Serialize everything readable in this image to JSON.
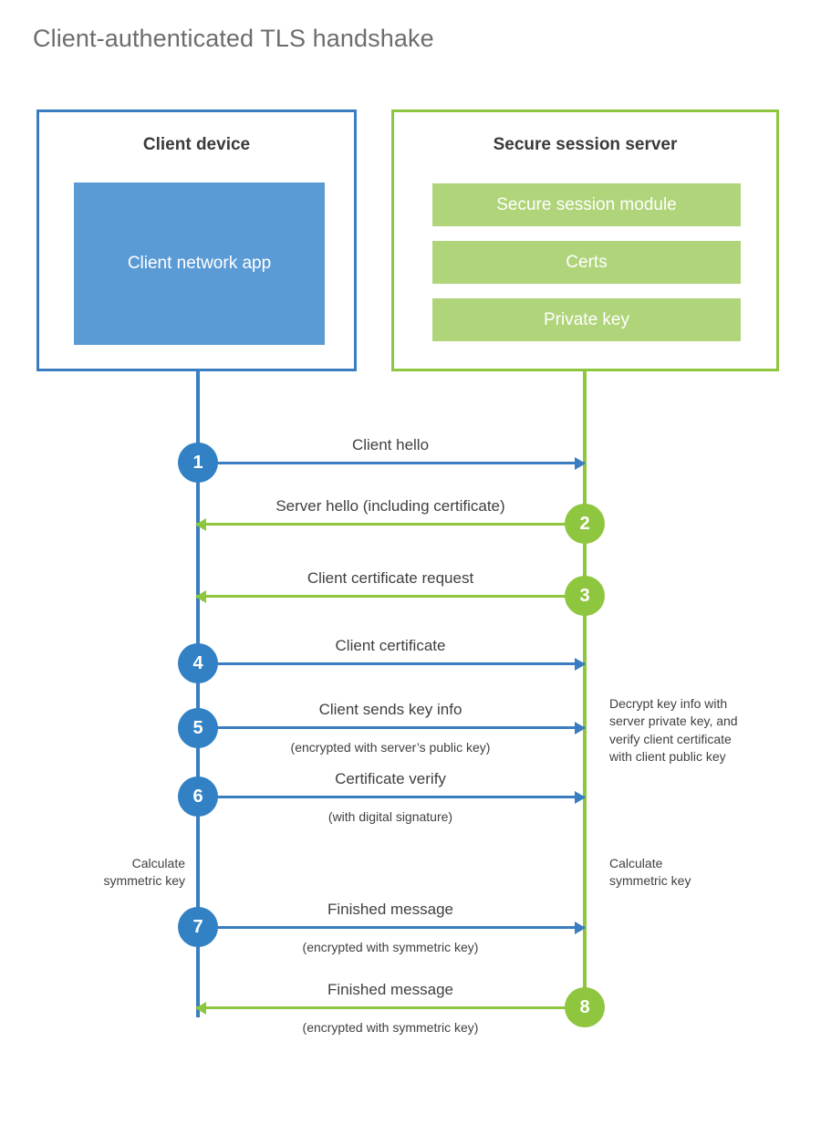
{
  "title": "Client-authenticated TLS handshake",
  "colors": {
    "client_blue": "#3a7dc0",
    "client_fill": "#5b9bd5",
    "client_circle": "#3281c4",
    "server_green": "#8fc640",
    "server_fill": "#b0d47a",
    "text": "#404040",
    "title_text": "#6d6d6d",
    "background": "#ffffff"
  },
  "client": {
    "title": "Client device",
    "app_label": "Client network\napp"
  },
  "server": {
    "title": "Secure session server",
    "components": [
      {
        "label": "Secure session module"
      },
      {
        "label": "Certs"
      },
      {
        "label": "Private key"
      }
    ]
  },
  "steps": [
    {
      "number": "1",
      "label": "Client hello",
      "sublabel": "",
      "direction": "client-to-server",
      "origin": "client"
    },
    {
      "number": "2",
      "label": "Server hello (including certificate)",
      "sublabel": "",
      "direction": "server-to-client",
      "origin": "server"
    },
    {
      "number": "3",
      "label": "Client certificate request",
      "sublabel": "",
      "direction": "server-to-client",
      "origin": "server"
    },
    {
      "number": "4",
      "label": "Client certificate",
      "sublabel": "",
      "direction": "client-to-server",
      "origin": "client"
    },
    {
      "number": "5",
      "label": "Client sends key info",
      "sublabel": "(encrypted with server’s public key)",
      "direction": "client-to-server",
      "origin": "client"
    },
    {
      "number": "6",
      "label": "Certificate verify",
      "sublabel": "(with digital signature)",
      "direction": "client-to-server",
      "origin": "client"
    },
    {
      "number": "7",
      "label": "Finished message",
      "sublabel": "(encrypted with symmetric key)",
      "direction": "client-to-server",
      "origin": "client"
    },
    {
      "number": "8",
      "label": "Finished message",
      "sublabel": "(encrypted with symmetric key)",
      "direction": "server-to-client",
      "origin": "server"
    }
  ],
  "annotations": {
    "server_decrypt": "Decrypt key info with\nserver private key, and\nverify client certificate\nwith client public key",
    "client_calculate": "Calculate\nsymmetric key",
    "server_calculate": "Calculate\nsymmetric key"
  }
}
